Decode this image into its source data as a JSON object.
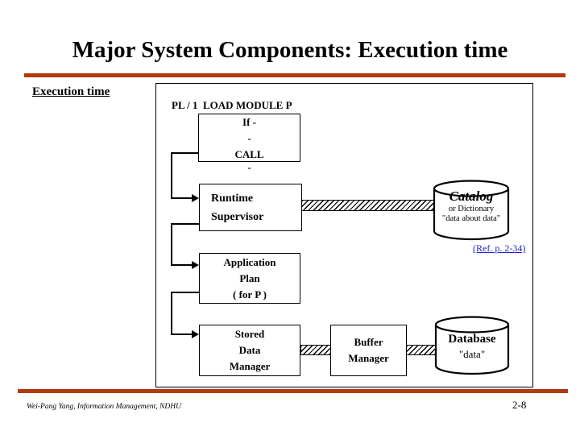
{
  "title": "Major System Components: Execution time",
  "side_label": "Execution time",
  "diagram": {
    "pl_label": "PL / 1  LOAD MODULE P",
    "if_box": {
      "line1": "If -",
      "line2": "-",
      "line3": "CALL"
    },
    "dash_below": "-",
    "runtime_box": {
      "line1": "Runtime",
      "line2": "Supervisor"
    },
    "app_plan_box": {
      "line1": "Application",
      "line2": "Plan",
      "line3": "( for P )"
    },
    "stored_box": {
      "line1": "Stored",
      "line2": "Data",
      "line3": "Manager"
    },
    "buffer_box": {
      "line1": "Buffer",
      "line2": "Manager"
    },
    "catalog": {
      "title": "Catalog",
      "sub1": "or Dictionary",
      "sub2": "\"data about data\""
    },
    "database": {
      "title": "Database",
      "sub": "\"data\""
    },
    "ref_link": "(Ref. p. 2-34)"
  },
  "footer": {
    "left": "Wei-Pang Yang, Information Management, NDHU",
    "page": "2-8"
  },
  "colors": {
    "rule": "#B23A10",
    "link": "#2222CC",
    "line": "#000000"
  }
}
